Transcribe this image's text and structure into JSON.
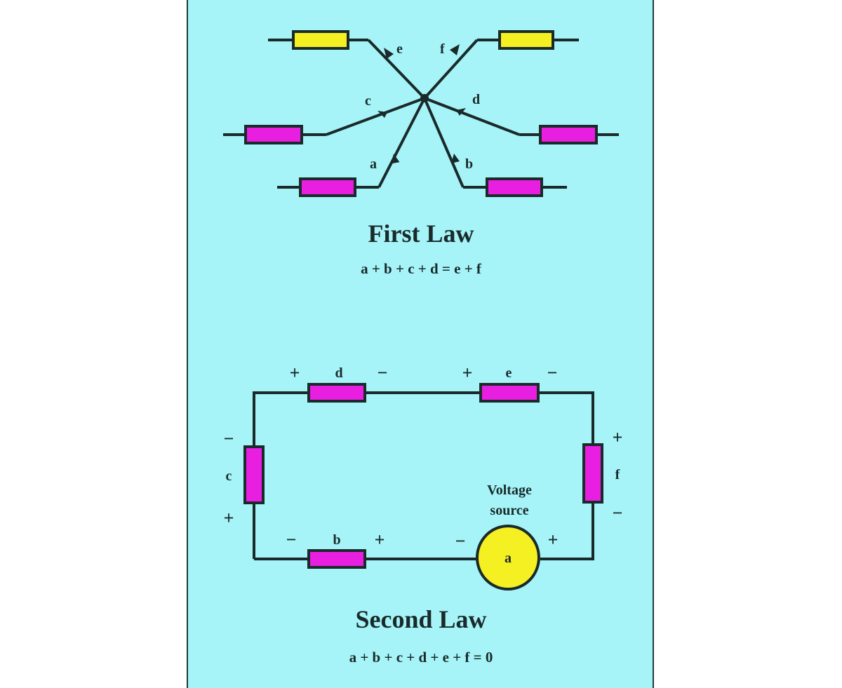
{
  "first_law": {
    "title": "First Law",
    "equation": "a + b + c + d = e + f",
    "branches": [
      {
        "label": "a",
        "direction": "into-node",
        "resistor_color": "#e81ee0"
      },
      {
        "label": "b",
        "direction": "into-node",
        "resistor_color": "#e81ee0"
      },
      {
        "label": "c",
        "direction": "into-node",
        "resistor_color": "#e81ee0"
      },
      {
        "label": "d",
        "direction": "into-node",
        "resistor_color": "#e81ee0"
      },
      {
        "label": "e",
        "direction": "out-of-node",
        "resistor_color": "#f5f022"
      },
      {
        "label": "f",
        "direction": "out-of-node",
        "resistor_color": "#f5f022"
      }
    ]
  },
  "second_law": {
    "title": "Second Law",
    "equation": "a + b + c + d + e + f = 0",
    "source_label": "a",
    "source_caption_1": "Voltage",
    "source_caption_2": "source",
    "resistors": {
      "b": {
        "label": "b",
        "left_sign": "−",
        "right_sign": "+"
      },
      "c": {
        "label": "c",
        "top_sign": "−",
        "bottom_sign": "+"
      },
      "d": {
        "label": "d",
        "left_sign": "+",
        "right_sign": "−"
      },
      "e": {
        "label": "e",
        "left_sign": "+",
        "right_sign": "−"
      },
      "f": {
        "label": "f",
        "top_sign": "+",
        "bottom_sign": "−"
      }
    },
    "source_signs": {
      "left": "−",
      "right": "+"
    }
  },
  "colors": {
    "background": "#a6f4f8",
    "wire": "#1a2a2a",
    "resistor_magenta": "#e81ee0",
    "resistor_yellow": "#f5f022",
    "source_fill": "#f5f022"
  }
}
